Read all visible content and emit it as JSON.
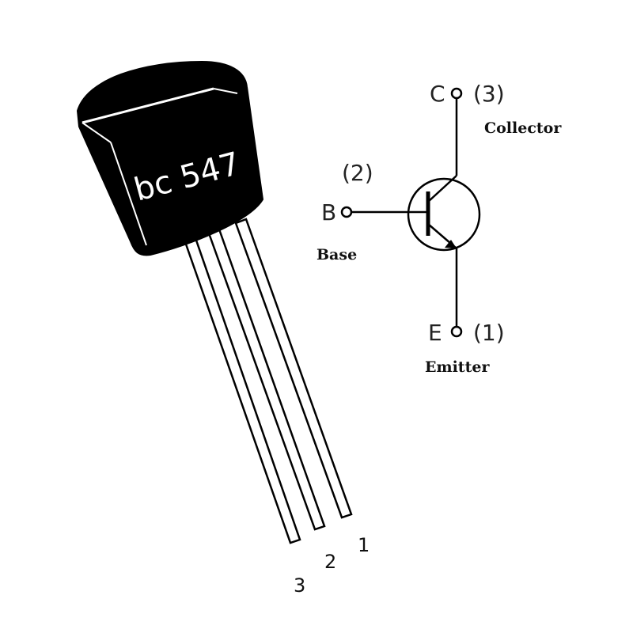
{
  "package": {
    "marking": "bc 547",
    "pin_numbers": [
      "3",
      "2",
      "1"
    ]
  },
  "symbol": {
    "collector": {
      "letter": "C",
      "pin": "(3)",
      "name": "Collector"
    },
    "base": {
      "letter": "B",
      "pin": "(2)",
      "name": "Base"
    },
    "emitter": {
      "letter": "E",
      "pin": "(1)",
      "name": "Emitter"
    }
  }
}
